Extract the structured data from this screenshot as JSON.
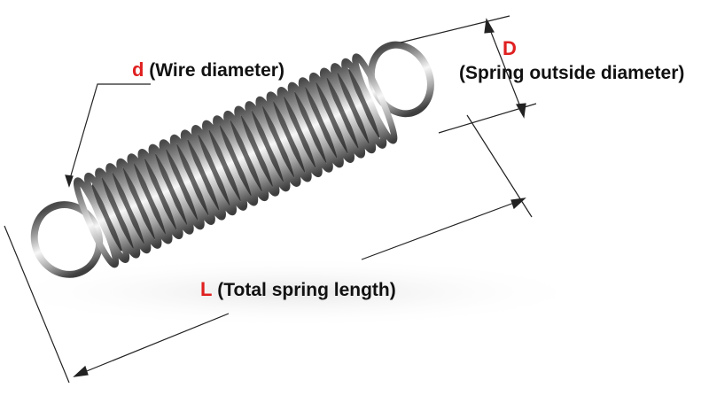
{
  "labels": {
    "wire_diameter": {
      "symbol": "d",
      "text": "(Wire diameter)"
    },
    "outside_diameter": {
      "symbol": "D",
      "text": "(Spring outside diameter)"
    },
    "total_length": {
      "symbol": "L",
      "text": "(Total spring length)"
    }
  },
  "colors": {
    "symbol": "#e02020",
    "label_text": "#111111",
    "dimension_lines": "#222222",
    "spring_metal_light": "#f4f4f4",
    "spring_metal_dark": "#5a5a5a",
    "background": "#ffffff"
  },
  "spring": {
    "coil_count": 27,
    "style": "stainless steel extension spring with hook loops at both ends"
  }
}
